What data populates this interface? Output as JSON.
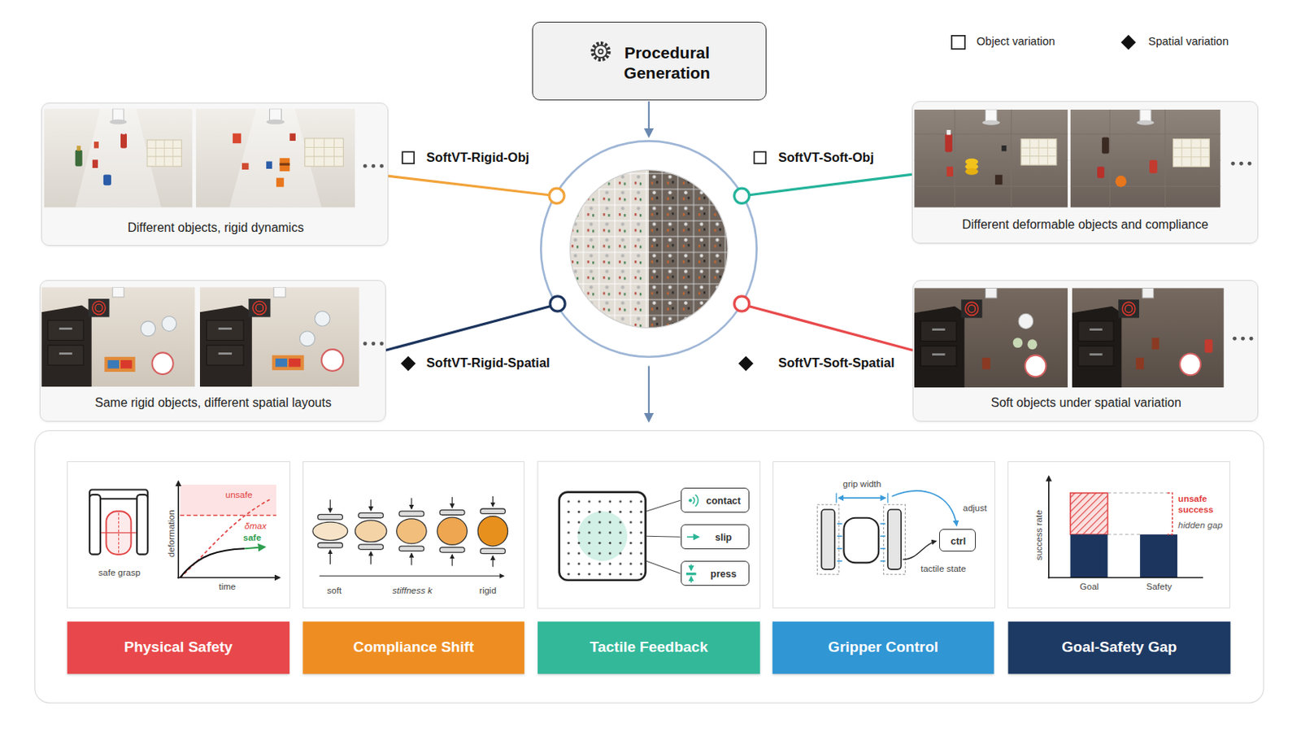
{
  "diagram": {
    "nodes": [
      {
        "text": [
          "Procedural Generation"
        ]
      },
      {
        "text": [
          "Different objects, rigid dynamics"
        ]
      },
      {
        "text": [
          "Different deformable objects and compliance"
        ]
      },
      {
        "text": [
          "Same rigid objects, different spatial layouts"
        ]
      },
      {
        "text": [
          "Soft objects under spatial variation"
        ]
      },
      {
        "text": [
          "safe grasp",
          "deformation",
          "time",
          "unsafe",
          "δmax",
          "safe"
        ]
      },
      {
        "text": [
          "soft",
          "stiffness k",
          "rigid"
        ]
      },
      {
        "text": [
          "contact"
        ]
      },
      {
        "text": [
          "slip"
        ]
      },
      {
        "text": [
          "press"
        ]
      },
      {
        "text": [
          "grip width",
          "adjust",
          "tactile state"
        ]
      },
      {
        "text": [
          "ctrl"
        ],
        "in": 10
      },
      {
        "text": [
          "success rate",
          "unsafe success",
          "hidden gap",
          "Goal",
          "Safety"
        ]
      },
      {
        "text": [
          "Physical Safety"
        ]
      },
      {
        "text": [
          "Compliance Shift"
        ]
      },
      {
        "text": [
          "Tactile Feedback"
        ]
      },
      {
        "text": [
          "Gripper Control"
        ]
      },
      {
        "text": [
          "Goal-Safety Gap"
        ]
      }
    ],
    "labels": [
      "SoftVT-Rigid-Obj",
      "SoftVT-Soft-Obj",
      "SoftVT-Rigid-Spatial",
      "SoftVT-Soft-Spatial"
    ],
    "legend": [
      {
        "text": "Object variation"
      },
      {
        "text": "Spatial variation"
      }
    ]
  }
}
